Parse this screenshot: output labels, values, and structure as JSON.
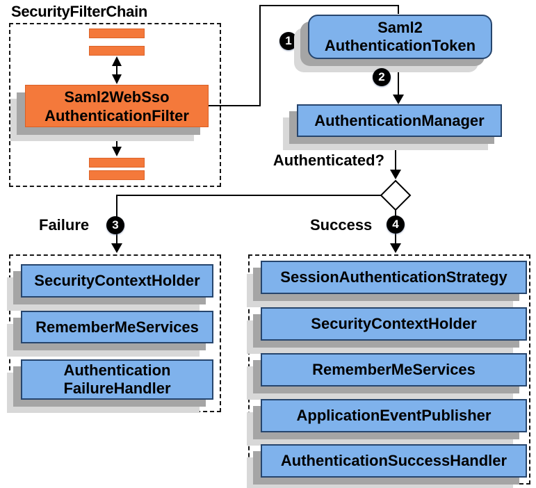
{
  "diagram": {
    "title": "SecurityFilterChain",
    "filter_chain": {
      "filter_label": "Saml2WebSso\nAuthenticationFilter"
    },
    "token_label": "Saml2\nAuthenticationToken",
    "manager_label": "AuthenticationManager",
    "decision_label": "Authenticated?",
    "steps": {
      "s1": "1",
      "s2": "2",
      "s3": "3",
      "s4": "4"
    },
    "failure": {
      "label": "Failure",
      "items": [
        "SecurityContextHolder",
        "RememberMeServices",
        "Authentication\nFailureHandler"
      ]
    },
    "success": {
      "label": "Success",
      "items": [
        "SessionAuthenticationStrategy",
        "SecurityContextHolder",
        "RememberMeServices",
        "ApplicationEventPublisher",
        "AuthenticationSuccessHandler"
      ]
    },
    "colors": {
      "orange_fill": "#F4793B",
      "orange_border": "#DB6228",
      "blue_fill": "#7FB2EC",
      "blue_border": "#26456D",
      "shadow_dark": "#A5A5A5",
      "shadow_light": "#D8D8D8",
      "line": "#000000"
    }
  }
}
